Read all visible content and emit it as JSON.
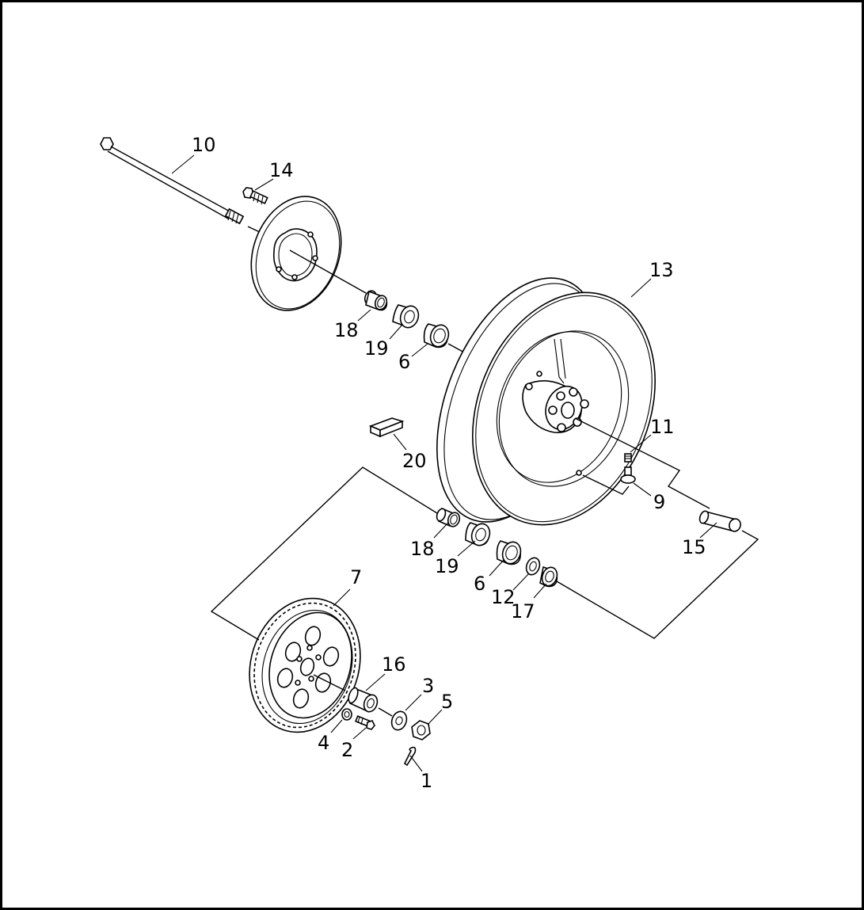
{
  "diagram": {
    "labels": {
      "p1": "1",
      "p2": "2",
      "p3": "3",
      "p4": "4",
      "p5": "5",
      "p6a": "6",
      "p6b": "6",
      "p7": "7",
      "p9": "9",
      "p10": "10",
      "p11": "11",
      "p12": "12",
      "p13": "13",
      "p14": "14",
      "p15": "15",
      "p16": "16",
      "p17": "17",
      "p18a": "18",
      "p18b": "18",
      "p19a": "19",
      "p19b": "19",
      "p20": "20"
    }
  }
}
